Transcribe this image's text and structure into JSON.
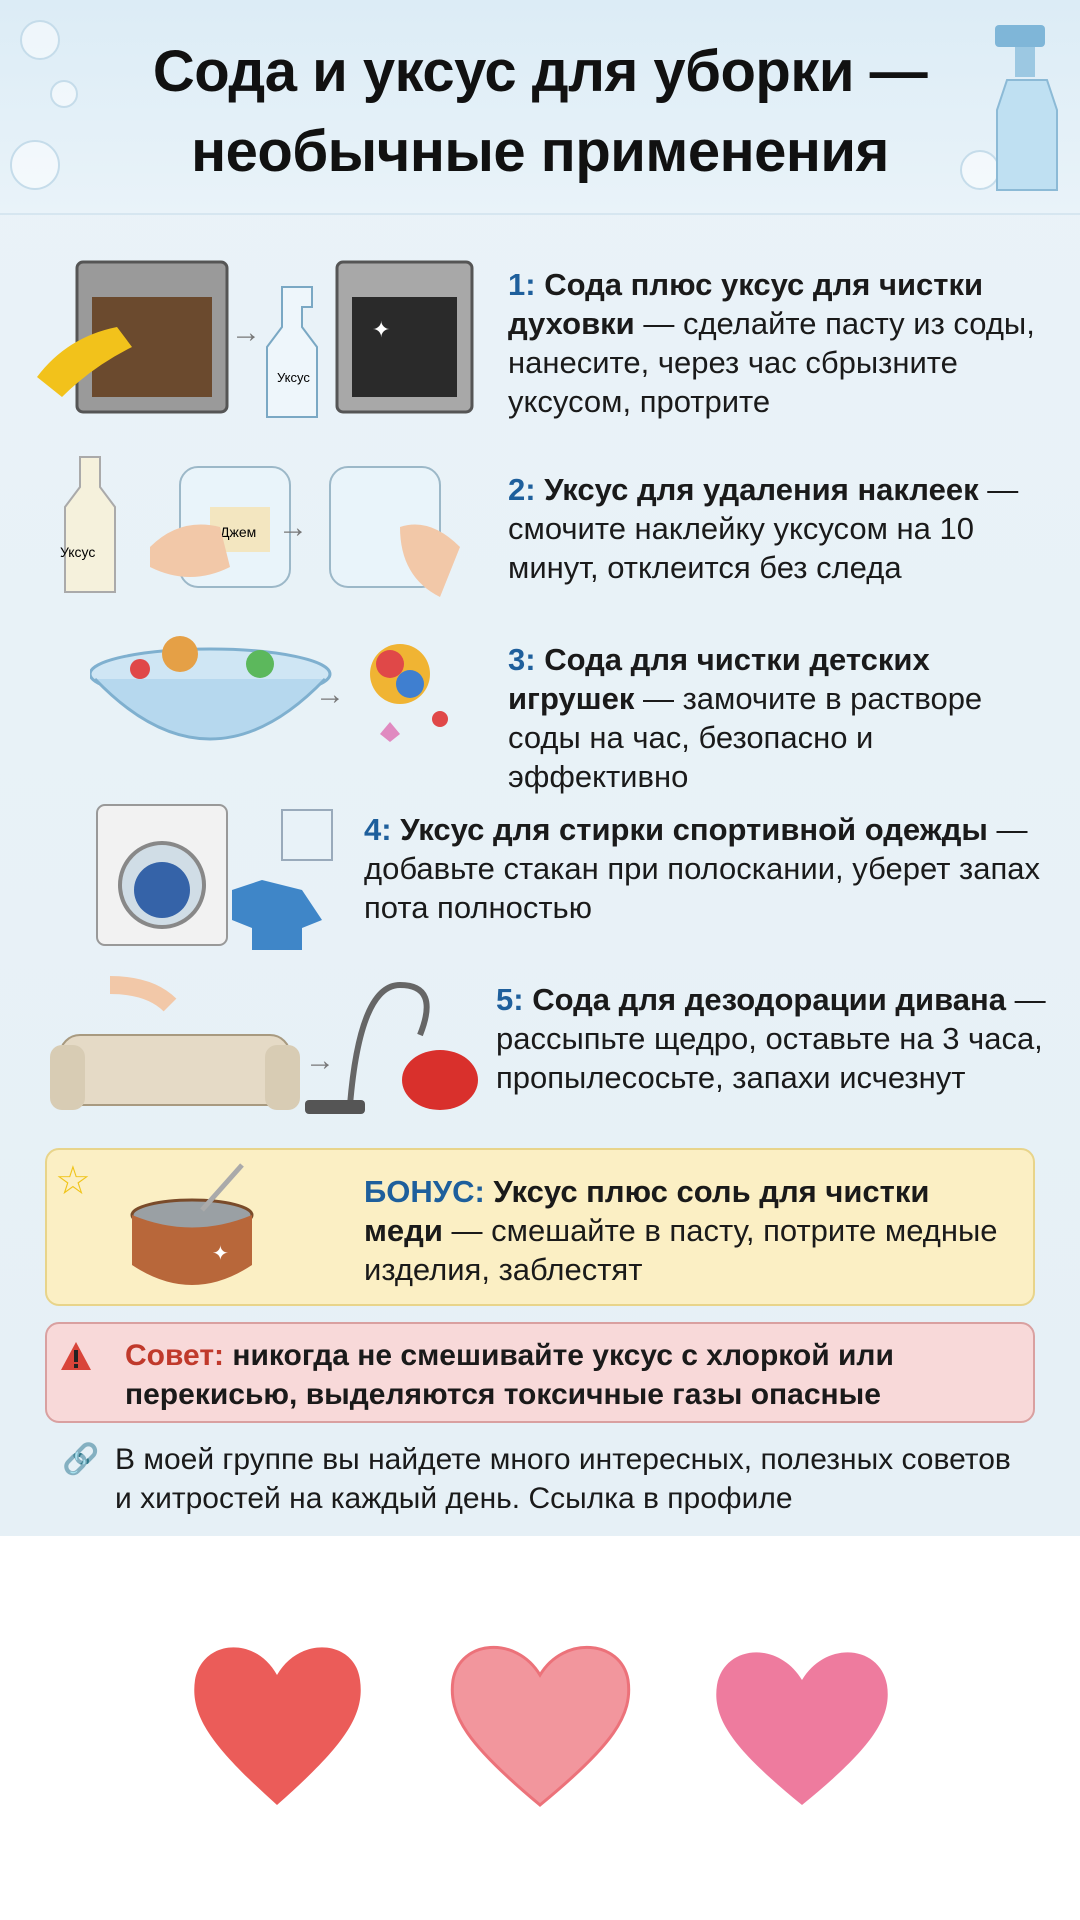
{
  "header": {
    "title_line1": "Сода и уксус для уборки —",
    "title_line2": "необычные применения"
  },
  "tips": [
    {
      "num": "1:",
      "bold": "Сода плюс уксус для чистки духовки",
      "rest": " — сделайте пасту из соды, нанесите, через час сбрызните уксусом, протрите",
      "label": "Уксус"
    },
    {
      "num": "2:",
      "bold": "Уксус для удаления наклеек",
      "rest": " — смочите наклейку уксусом на 10 минут, отклеится без следа",
      "label": "Уксус",
      "sticker": "Джем"
    },
    {
      "num": "3:",
      "bold": "Сода для чистки детских игрушек",
      "rest": " — замочите в растворе соды на час, безопасно и эффективно"
    },
    {
      "num": "4:",
      "bold": "Уксус для стирки спортивной одежды",
      "rest": " — добавьте стакан при полоскании, уберет запах пота полностью"
    },
    {
      "num": "5:",
      "bold": "Сода для дезодорации дивана",
      "rest": " — рассыпьте щедро, оставьте на 3 часа, пропылесосьте, запахи исчезнут"
    }
  ],
  "bonus": {
    "num": "БОНУС:",
    "bold": "Уксус плюс соль для чистки меди",
    "rest": " — смешайте в пасту, потрите медные изделия, заблестят",
    "icon": "star-icon"
  },
  "warning": {
    "label": "Совет:",
    "text": " никогда не смешивайте уксус с хлоркой или перекисью, выделяются токсичные газы опасные",
    "icon": "warning-icon"
  },
  "footer": {
    "text": "В моей группе вы найдете много интересных, полезных советов и хитростей на каждый день. Ссылка в профиле",
    "icon": "link-icon"
  },
  "colors": {
    "accent": "#1e5f9c",
    "warning": "#c0392b",
    "bonus_bg": "#fbefc4",
    "warn_bg": "#f8d9d9",
    "hearts": [
      "#e8403c",
      "#f07d85",
      "#ea5a86"
    ]
  }
}
